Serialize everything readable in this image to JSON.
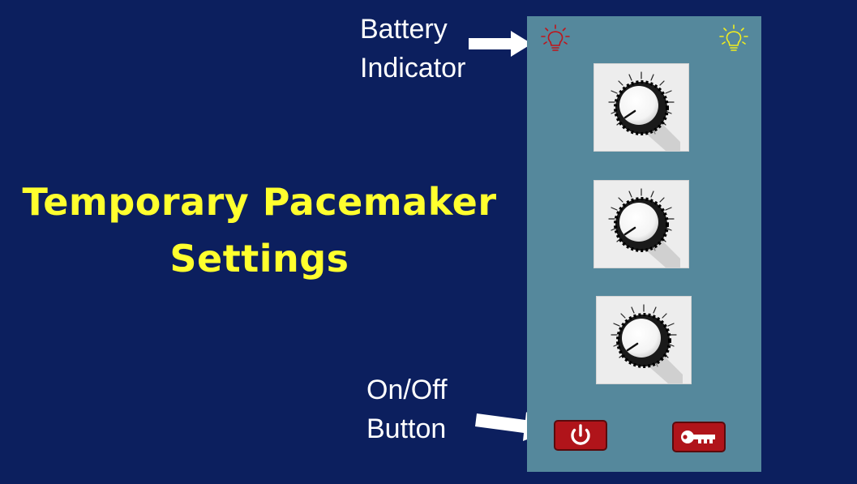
{
  "title": {
    "line1": "Temporary Pacemaker",
    "line2": "Settings"
  },
  "callouts": {
    "battery": {
      "line1": "Battery",
      "line2": "Indicator"
    },
    "onoff": {
      "line1": "On/Off",
      "line2": "Button"
    }
  },
  "device": {
    "indicators": [
      {
        "icon": "lightbulb-icon",
        "color": "#c0141a"
      },
      {
        "icon": "lightbulb-icon",
        "color": "#f2ee1e"
      }
    ],
    "knobs": [
      "dial-knob-icon",
      "dial-knob-icon",
      "dial-knob-icon"
    ],
    "buttons": [
      {
        "icon": "power-icon",
        "color": "#b0141a"
      },
      {
        "icon": "key-icon",
        "color": "#b0141a"
      }
    ]
  },
  "colors": {
    "background": "#0c1f5e",
    "title": "#ffff2e",
    "callout_text": "#ffffff",
    "device_body": "#55889c"
  }
}
